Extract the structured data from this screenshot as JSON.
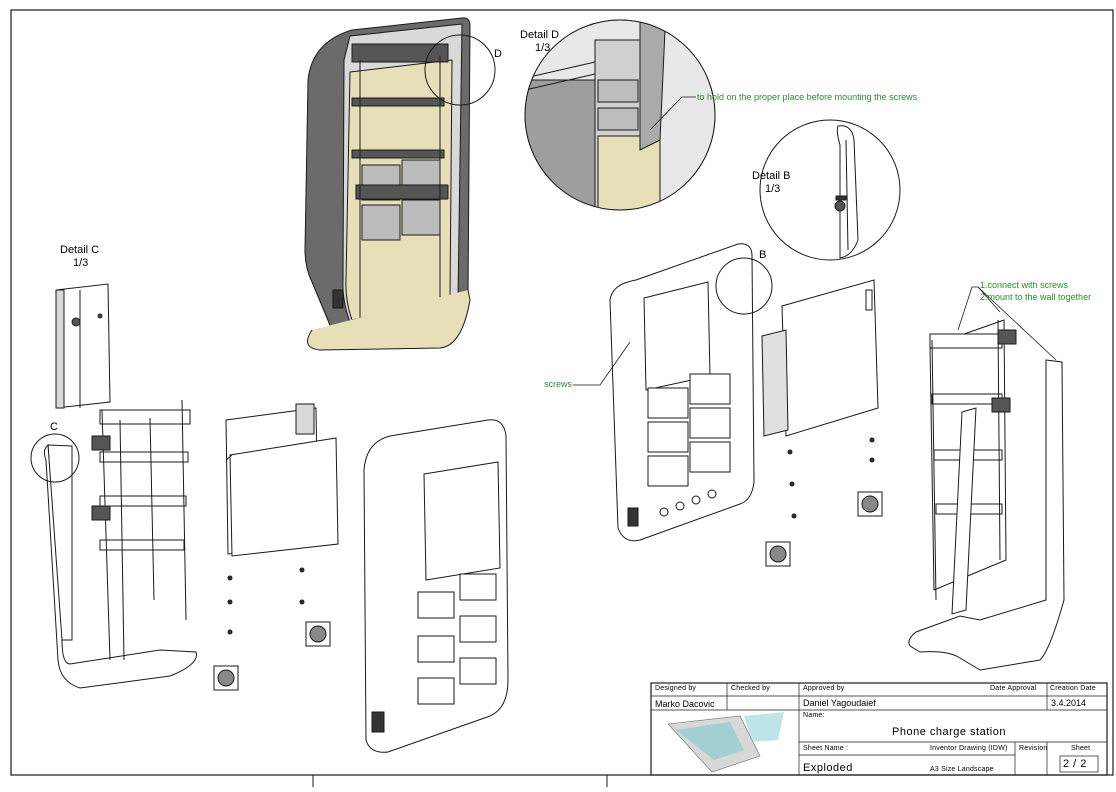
{
  "details": {
    "d_label": "D",
    "d_title": "Detail D",
    "d_scale": "1/3",
    "b_label": "B",
    "b_title": "Detail B",
    "b_scale": "1/3",
    "c_label": "C",
    "c_title": "Detail C",
    "c_scale": "1/3"
  },
  "notes": {
    "hold": "to hold on the proper place before mounting the screws",
    "connect": "1.connect with screws",
    "mount": "2.mount to the wall together",
    "screws": "screws"
  },
  "title_block": {
    "designed_by_caption": "Designed by",
    "designed_by": "Marko Dacovic",
    "checked_by_caption": "Checked by",
    "approved_by_caption": "Approved by",
    "approved_by": "Daniel Yagoudaief",
    "date_approval_caption": "Date Approval",
    "creation_date_caption": "Creation Date",
    "creation_date": "3.4.2014",
    "name_caption": "Name:",
    "name": "Phone charge station",
    "sheet_name_caption": "Sheet Name :",
    "sheet_name": "Exploded",
    "inventor_drawing": "Inventor Drawing (IDW)",
    "size": "A3 Size Landscape",
    "revision_caption": "Revision",
    "sheet_caption": "Sheet",
    "sheet": "2 / 2"
  },
  "colors": {
    "line": "#1a1a1a",
    "panel_fill": "#e6dfb8",
    "housing_dark": "#6b6b6b",
    "note_green": "#2e8b2e",
    "logo_cyan": "#7fc9cf"
  }
}
